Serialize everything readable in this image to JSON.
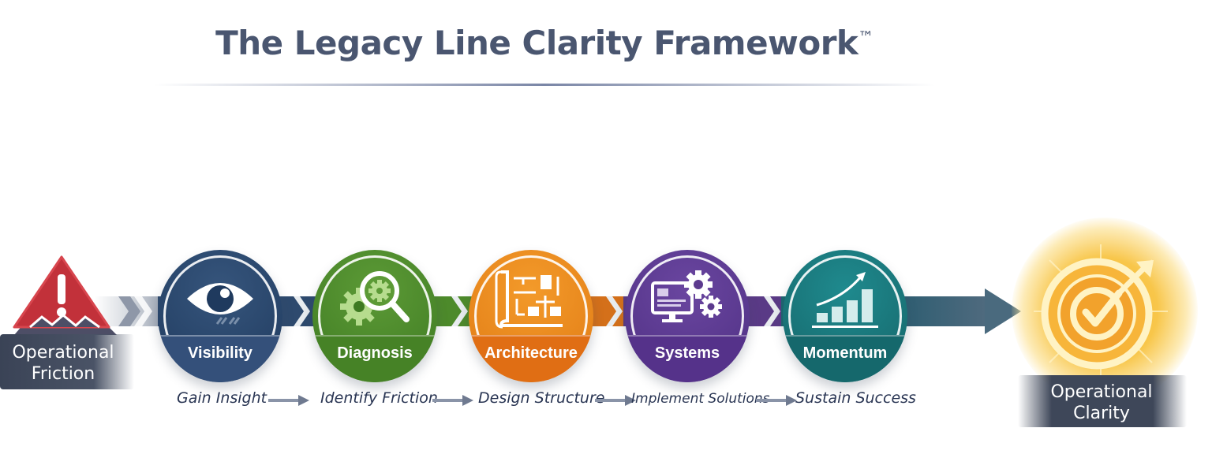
{
  "header": {
    "title": "The Legacy Line Clarity Framework",
    "trademark": "™"
  },
  "start": {
    "label_line1": "Operational",
    "label_line2": "Friction",
    "icon": "warning-triangle-icon",
    "color": "#c0333a"
  },
  "stages": [
    {
      "label": "Visibility",
      "subtitle": "Gain Insight",
      "icon": "eye-icon",
      "color": "#2f4a6e",
      "band_color": "#34507a"
    },
    {
      "label": "Diagnosis",
      "subtitle": "Identify Friction",
      "icon": "magnifier-gear-icon",
      "color": "#4e8a2c",
      "band_color": "#468226"
    },
    {
      "label": "Architecture",
      "subtitle": "Design Structure",
      "icon": "blueprint-icon",
      "color": "#e98a1c",
      "band_color": "#e06e14"
    },
    {
      "label": "Systems",
      "subtitle": "Implement Solutions",
      "icon": "computer-gears-icon",
      "color": "#5c3a8e",
      "band_color": "#55328a"
    },
    {
      "label": "Momentum",
      "subtitle": "Sustain Success",
      "icon": "growth-chart-icon",
      "color": "#1a7377",
      "band_color": "#15686c"
    }
  ],
  "end": {
    "label_line1": "Operational",
    "label_line2": "Clarity",
    "icon": "target-check-icon",
    "color": "#f2b731"
  }
}
